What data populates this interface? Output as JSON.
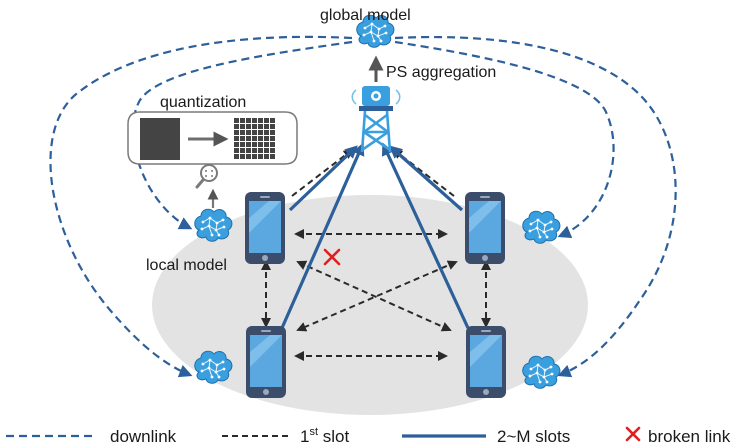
{
  "labels": {
    "global_model": "global model",
    "ps_aggregation": "PS aggregation",
    "quantization": "quantization",
    "local_model": "local model"
  },
  "legend": {
    "downlink": "downlink",
    "first_slot_base": "1",
    "first_slot_sup": "st",
    "first_slot_rest": " slot",
    "m_slots": "2~M slots",
    "broken_link": "broken link"
  },
  "colors": {
    "blue": "#2d5f9a",
    "black_dash": "#2a2a2a",
    "red": "#e02020",
    "ellipse": "#e3e3e3",
    "brain": "#3a9fde",
    "phone_body": "#3c4d6b",
    "phone_screen": "#5ba7e0"
  },
  "icons": [
    "brain-icon",
    "tower-icon",
    "phone-icon",
    "magnifier-icon",
    "cross-icon"
  ]
}
